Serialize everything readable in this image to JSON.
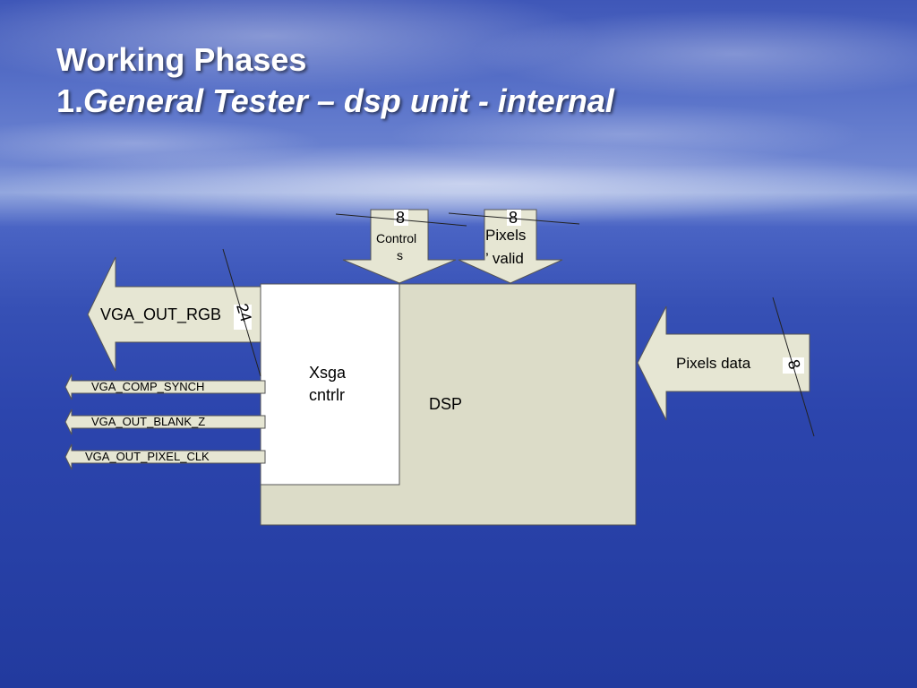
{
  "slide": {
    "title_line1": "Working Phases",
    "title_line2_number": "1.",
    "title_line2_text": "General Tester – dsp unit - internal"
  },
  "diagram": {
    "dsp_label": "DSP",
    "xsga_label_line1": "Xsga",
    "xsga_label_line2": "cntrlr",
    "controls": {
      "bus_width": "8",
      "label_line1": "Control",
      "label_line2": "s"
    },
    "pixels_valid": {
      "bus_width": "8",
      "label_line1": "Pixels",
      "label_line2": "’ valid"
    },
    "pixels_data": {
      "bus_width": "8",
      "label": "Pixels data"
    },
    "vga_out_rgb": {
      "bus_width": "24",
      "label": "VGA_OUT_RGB"
    },
    "signals": [
      "VGA_COMP_SYNCH",
      "VGA_OUT_BLANK_Z",
      "VGA_OUT_PIXEL_CLK"
    ],
    "colors": {
      "block_fill": "#dcdcc8",
      "arrow_fill": "#e6e6d3",
      "outline": "#555555",
      "white_box": "#ffffff"
    }
  }
}
